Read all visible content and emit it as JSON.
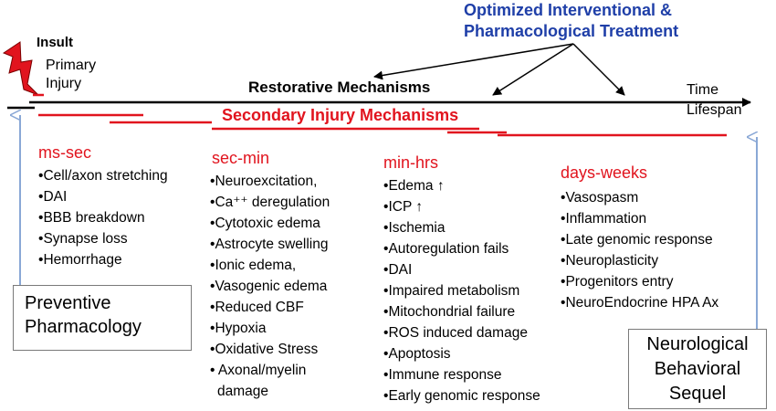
{
  "title_lines": [
    "Optimized Interventional &",
    "Pharmacological Treatment"
  ],
  "insult": "Insult",
  "primary_injury": [
    "Primary",
    "Injury"
  ],
  "restorative": "Restorative Mechanisms",
  "secondary": "Secondary Injury Mechanisms",
  "time_axis": [
    "Time",
    "Lifespan"
  ],
  "phases": [
    {
      "heading": "ms-sec",
      "items": [
        "Cell/axon stretching",
        "DAI",
        "BBB breakdown",
        "Synapse loss",
        "Hemorrhage"
      ]
    },
    {
      "heading": "sec-min",
      "items": [
        "Neuroexcitation,",
        "Ca⁺⁺ deregulation",
        "Cytotoxic edema",
        "Astrocyte swelling",
        "Ionic edema,",
        "Vasogenic edema",
        "Reduced CBF",
        "Hypoxia",
        "Oxidative Stress",
        " Axonal/myelin",
        "damage"
      ]
    },
    {
      "heading": "min-hrs",
      "items": [
        "Edema ↑",
        "ICP ↑",
        "Ischemia",
        "Autoregulation fails",
        "DAI",
        "Impaired metabolism",
        "Mitochondrial failure",
        "ROS induced damage",
        "Apoptosis",
        "Immune response",
        "Early genomic response"
      ]
    },
    {
      "heading": "days-weeks",
      "items": [
        "Vasospasm",
        "Inflammation",
        "Late genomic response",
        "Neuroplasticity",
        "Progenitors entry",
        "NeuroEndocrine HPA Ax"
      ]
    }
  ],
  "preventive": [
    "Preventive",
    "Pharmacology"
  ],
  "sequel": [
    "Neurological",
    "Behavioral",
    "Sequel"
  ],
  "colors": {
    "red": "#e1141e",
    "blue": "#1f3fa8",
    "lightblue": "#8aa8d6"
  },
  "icons": [
    "lightning-bolt-icon"
  ]
}
